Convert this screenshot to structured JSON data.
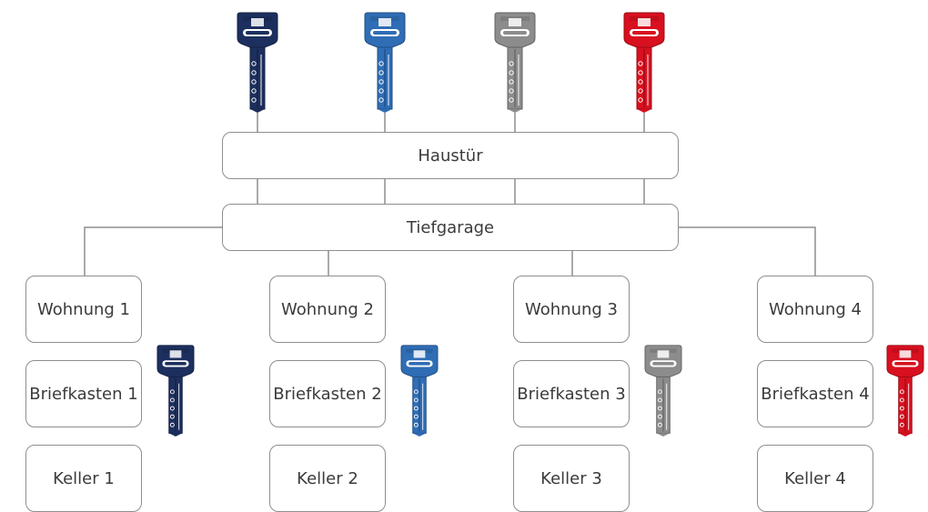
{
  "top": {
    "main_door": "Haustür",
    "garage": "Tiefgarage"
  },
  "key_colors": [
    "#1d2f5e",
    "#2f6db5",
    "#8c8c8c",
    "#d8101f"
  ],
  "key_icon": "cylinder-key-icon",
  "units": [
    {
      "apartment": "Wohnung 1",
      "mailbox": "Briefkasten 1",
      "cellar": "Keller 1"
    },
    {
      "apartment": "Wohnung 2",
      "mailbox": "Briefkasten 2",
      "cellar": "Keller 2"
    },
    {
      "apartment": "Wohnung 3",
      "mailbox": "Briefkasten 3",
      "cellar": "Keller 3"
    },
    {
      "apartment": "Wohnung 4",
      "mailbox": "Briefkasten 4",
      "cellar": "Keller 4"
    }
  ]
}
